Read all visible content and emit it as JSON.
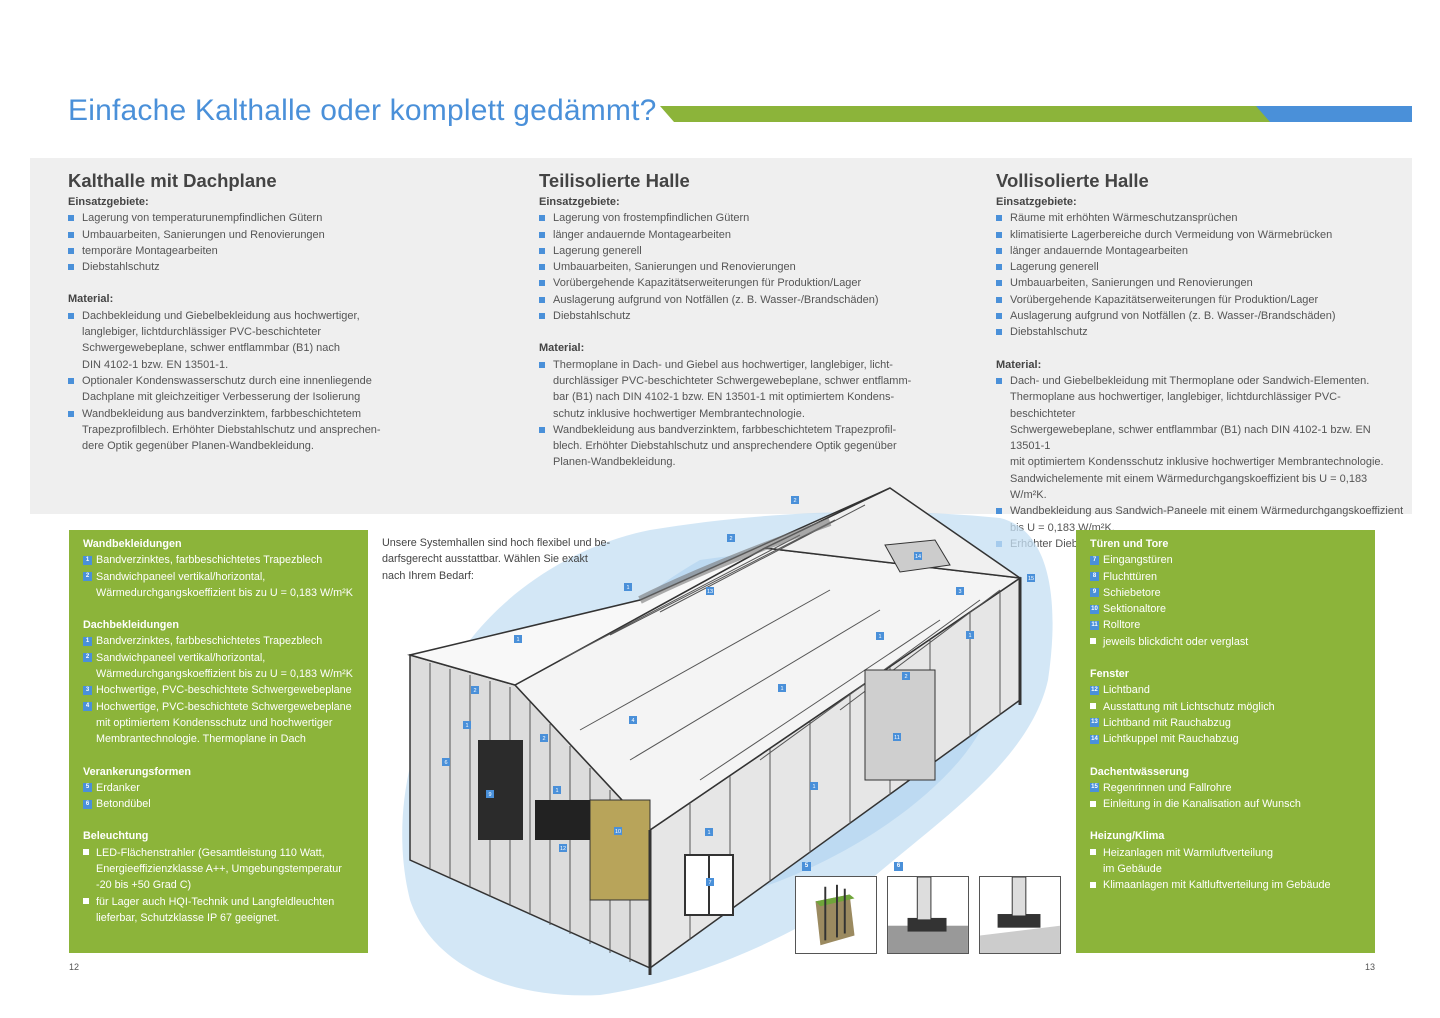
{
  "title": "Einfache Kalthalle oder komplett gedämmt?",
  "colors": {
    "accent_blue": "#4a90d9",
    "accent_green": "#8cb43a",
    "panel_grey": "#efefef"
  },
  "columns": [
    {
      "heading": "Kalthalle mit Dachplane",
      "einsatz_label": "Einsatzgebiete:",
      "einsatz": [
        "Lagerung von temperaturunempfindlichen Gütern",
        "Umbauarbeiten, Sanierungen und Renovierungen",
        "temporäre Montagearbeiten",
        "Diebstahlschutz"
      ],
      "material_label": "Material:",
      "material": [
        [
          "Dachbekleidung und Giebelbekleidung aus hochwertiger,",
          "langlebiger, lichtdurchlässiger PVC-beschichteter",
          "Schwergewebeplane, schwer entflammbar (B1) nach",
          "DIN 4102-1 bzw. EN 13501-1."
        ],
        [
          "Optionaler Kondenswasserschutz durch eine innenliegende",
          "Dachplane mit gleichzeitiger Verbesserung der Isolierung"
        ],
        [
          "Wandbekleidung aus bandverzinktem, farbbeschichtetem",
          "Trapezprofilblech. Erhöhter Diebstahlschutz und ansprechen-",
          "dere Optik gegenüber Planen-Wandbekleidung."
        ]
      ]
    },
    {
      "heading": "Teilisolierte Halle",
      "einsatz_label": "Einsatzgebiete:",
      "einsatz": [
        "Lagerung von frostempfindlichen Gütern",
        "länger andauernde Montagearbeiten",
        "Lagerung generell",
        "Umbauarbeiten, Sanierungen und Renovierungen",
        "Vorübergehende Kapazitätserweiterungen für Produktion/Lager",
        "Auslagerung aufgrund von Notfällen (z. B. Wasser-/Brandschäden)",
        "Diebstahlschutz"
      ],
      "material_label": "Material:",
      "material": [
        [
          "Thermoplane in Dach- und Giebel aus hochwertiger, langlebiger, licht-",
          "durchlässiger PVC-beschichteter Schwergewebeplane, schwer entflamm-",
          "bar (B1) nach DIN 4102-1 bzw. EN 13501-1 mit optimiertem Kondens-",
          "schutz inklusive hochwertiger Membrantechnologie."
        ],
        [
          "Wandbekleidung aus bandverzinktem, farbbeschichtetem Trapezprofil-",
          "blech. Erhöhter Diebstahlschutz und ansprechendere Optik gegenüber",
          "Planen-Wandbekleidung."
        ]
      ]
    },
    {
      "heading": "Vollisolierte Halle",
      "einsatz_label": "Einsatzgebiete:",
      "einsatz": [
        "Räume mit erhöhten Wärmeschutzansprüchen",
        "klimatisierte Lagerbereiche durch Vermeidung von Wärmebrücken",
        "länger andauernde Montagearbeiten",
        "Lagerung generell",
        "Umbauarbeiten, Sanierungen und Renovierungen",
        "Vorübergehende Kapazitätserweiterungen für Produktion/Lager",
        "Auslagerung aufgrund von Notfällen (z. B. Wasser-/Brandschäden)",
        "Diebstahlschutz"
      ],
      "material_label": "Material:",
      "material": [
        [
          "Dach- und Giebelbekleidung mit Thermoplane oder Sandwich-Elementen.",
          "Thermoplane  aus hochwertiger, langlebiger, lichtdurchlässiger PVC-beschichteter",
          "Schwergewebeplane, schwer entflammbar (B1) nach DIN 4102-1 bzw. EN 13501-1",
          "mit optimiertem Kondensschutz inklusive hochwertiger Membrantechnologie.",
          "Sandwichelemente mit einem Wärmedurchgangskoeffizient bis U = 0,183 W/m²K."
        ],
        [
          "Wandbekleidung aus Sandwich-Paneele mit einem Wärmedurchgangskoeffizient",
          "bis U = 0,183 W/m²K."
        ],
        [
          "Erhöhter Diebstahlschutz und besonders ansprechende Optik."
        ]
      ]
    }
  ],
  "left_box": [
    {
      "title": "Wandbekleidungen",
      "items": [
        {
          "n": "1",
          "lines": [
            "Bandverzinktes, farbbeschichtetes Trapezblech"
          ]
        },
        {
          "n": "2",
          "lines": [
            "Sandwichpaneel vertikal/horizontal,",
            "Wärmedurchgangskoeffizient bis zu U = 0,183 W/m²K"
          ]
        }
      ]
    },
    {
      "title": "Dachbekleidungen",
      "items": [
        {
          "n": "1",
          "lines": [
            "Bandverzinktes, farbbeschichtetes Trapezblech"
          ]
        },
        {
          "n": "2",
          "lines": [
            "Sandwichpaneel vertikal/horizontal,",
            "Wärmedurchgangskoeffizient bis zu U = 0,183 W/m²K"
          ]
        },
        {
          "n": "3",
          "lines": [
            "Hochwertige, PVC-beschichtete Schwergewebeplane"
          ]
        },
        {
          "n": "4",
          "lines": [
            "Hochwertige, PVC-beschichtete Schwergewebeplane",
            "mit optimiertem Kondensschutz und hochwertiger",
            "Membrantechnologie. Thermoplane in Dach"
          ]
        }
      ]
    },
    {
      "title": "Verankerungsformen",
      "items": [
        {
          "n": "5",
          "lines": [
            "Erdanker"
          ]
        },
        {
          "n": "6",
          "lines": [
            "Betondübel"
          ]
        }
      ]
    },
    {
      "title": "Beleuchtung",
      "items": [
        {
          "n": "",
          "lines": [
            "LED-Flächenstrahler (Gesamtleistung 110 Watt,",
            "Energieeffizienzklasse A++, Umgebungstemperatur",
            "-20 bis +50 Grad C)"
          ]
        },
        {
          "n": "",
          "lines": [
            "für Lager auch HQI-Technik und Langfeldleuchten",
            "lieferbar, Schutzklasse IP 67 geeignet."
          ]
        }
      ]
    }
  ],
  "right_box": [
    {
      "title": "Türen und Tore",
      "items": [
        {
          "n": "7",
          "lines": [
            "Eingangstüren"
          ]
        },
        {
          "n": "8",
          "lines": [
            "Fluchttüren"
          ]
        },
        {
          "n": "9",
          "lines": [
            "Schiebetore"
          ]
        },
        {
          "n": "10",
          "lines": [
            "Sektionaltore"
          ]
        },
        {
          "n": "11",
          "lines": [
            "Rolltore"
          ]
        },
        {
          "n": "",
          "lines": [
            "jeweils blickdicht oder verglast"
          ]
        }
      ]
    },
    {
      "title": "Fenster",
      "items": [
        {
          "n": "12",
          "lines": [
            "Lichtband"
          ]
        },
        {
          "n": "",
          "lines": [
            "Ausstattung mit Lichtschutz möglich"
          ]
        },
        {
          "n": "13",
          "lines": [
            "Lichtband mit Rauchabzug"
          ]
        },
        {
          "n": "14",
          "lines": [
            "Lichtkuppel mit Rauchabzug"
          ]
        }
      ]
    },
    {
      "title": "Dachentwässerung",
      "items": [
        {
          "n": "15",
          "lines": [
            "Regenrinnen und Fallrohre"
          ]
        },
        {
          "n": "",
          "lines": [
            "Einleitung in die Kanalisation auf Wunsch"
          ]
        }
      ]
    },
    {
      "title": "Heizung/Klima",
      "items": [
        {
          "n": "",
          "lines": [
            "Heizanlagen mit Warmluftverteilung",
            "im Gebäude"
          ]
        },
        {
          "n": "",
          "lines": [
            "Klimaanlagen mit Kaltluftverteilung im Gebäude"
          ]
        }
      ]
    }
  ],
  "intro_lines": [
    "Unsere Systemhallen sind hoch flexibel und be-",
    "darfsgerecht ausstattbar. Wählen Sie exakt",
    "nach Ihrem Bedarf:"
  ],
  "markers": [
    "1",
    "2",
    "3",
    "4",
    "5",
    "6",
    "7",
    "8",
    "9",
    "10",
    "11",
    "12",
    "13",
    "14",
    "15"
  ],
  "page_left": "12",
  "page_right": "13"
}
